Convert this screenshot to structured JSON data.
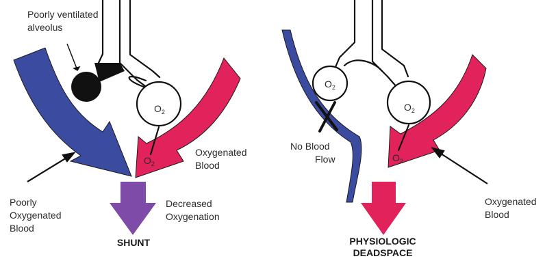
{
  "labels": {
    "poorly_ventilated_alveolus": [
      "Poorly ventilated",
      "alveolus"
    ],
    "oxygenated_blood_left": [
      "Oxygenated",
      "Blood"
    ],
    "decreased_oxygenation": [
      "Decreased",
      "Oxygenation"
    ],
    "poorly_oxygenated_blood": [
      "Poorly",
      "Oxygenated",
      "Blood"
    ],
    "no_blood_flow": [
      "No Blood",
      "Flow"
    ],
    "oxygenated_blood_right": [
      "Oxygenated",
      "Blood"
    ]
  },
  "titles": {
    "shunt": "SHUNT",
    "physiologic_deadspace": [
      "PHYSIOLOGIC",
      "DEADSPACE"
    ]
  },
  "o2_symbol": {
    "base": "O",
    "sub": "2"
  },
  "colors": {
    "blue_vessel": "#3b4ba0",
    "red_vessel": "#e2225a",
    "purple_vessel": "#7e4ba8",
    "line": "#111111"
  }
}
